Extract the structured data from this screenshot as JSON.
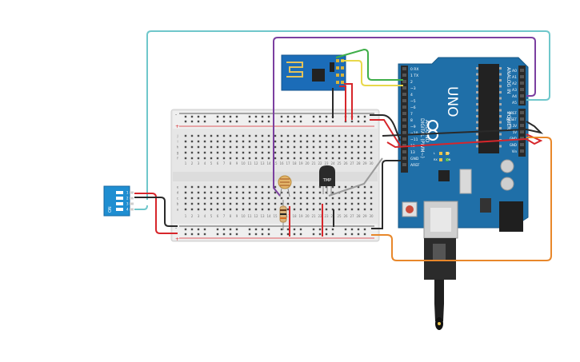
{
  "arduino": {
    "brand": "UNO",
    "maker": "ARDUINO",
    "digital_label": "DIGITAL (PWM~)",
    "analog_label": "ANALOG IN",
    "power_label": "POWER",
    "digital_pins": [
      "0 RX",
      "1 TX",
      "2",
      "~3",
      "4",
      "~5",
      "~6",
      "7",
      "8",
      "~9",
      "~10",
      "~11",
      "12",
      "13",
      "GND",
      "AREF"
    ],
    "analog_pins": [
      "A0",
      "A1",
      "A2",
      "A3",
      "A4",
      "A5"
    ],
    "power_pins": [
      "IOREF",
      "RESET",
      "3.3V",
      "5V",
      "GND",
      "GND",
      "Vin"
    ],
    "leds": [
      "L",
      "TX",
      "RX",
      "ON"
    ]
  },
  "sensor": {
    "label": "TMP"
  },
  "dip_switch": {
    "on_label": "ON",
    "positions": [
      "1",
      "2",
      "3",
      "4"
    ]
  },
  "breadboard": {
    "columns": [
      "1",
      "2",
      "3",
      "4",
      "5",
      "6",
      "7",
      "8",
      "9",
      "10",
      "11",
      "12",
      "13",
      "14",
      "15",
      "16",
      "17",
      "18",
      "19",
      "20",
      "21",
      "22",
      "23",
      "24",
      "25",
      "26",
      "27",
      "28",
      "29",
      "30"
    ],
    "rows_top": [
      "j",
      "i",
      "h",
      "g",
      "f"
    ],
    "rows_bottom": [
      "e",
      "d",
      "c",
      "b",
      "a"
    ],
    "rail_plus": "+",
    "rail_minus": "-"
  },
  "colors": {
    "wire_cyan": "#6fc7cb",
    "wire_purple": "#7b3fa0",
    "wire_green": "#3fae49",
    "wire_yellow": "#e8d84a",
    "wire_red": "#d7262b",
    "wire_black": "#2a2a2a",
    "wire_orange": "#e8872a",
    "wire_gray": "#9a9a9a",
    "board_blue": "#1f6fa8",
    "breadboard": "#e9e9e9"
  }
}
